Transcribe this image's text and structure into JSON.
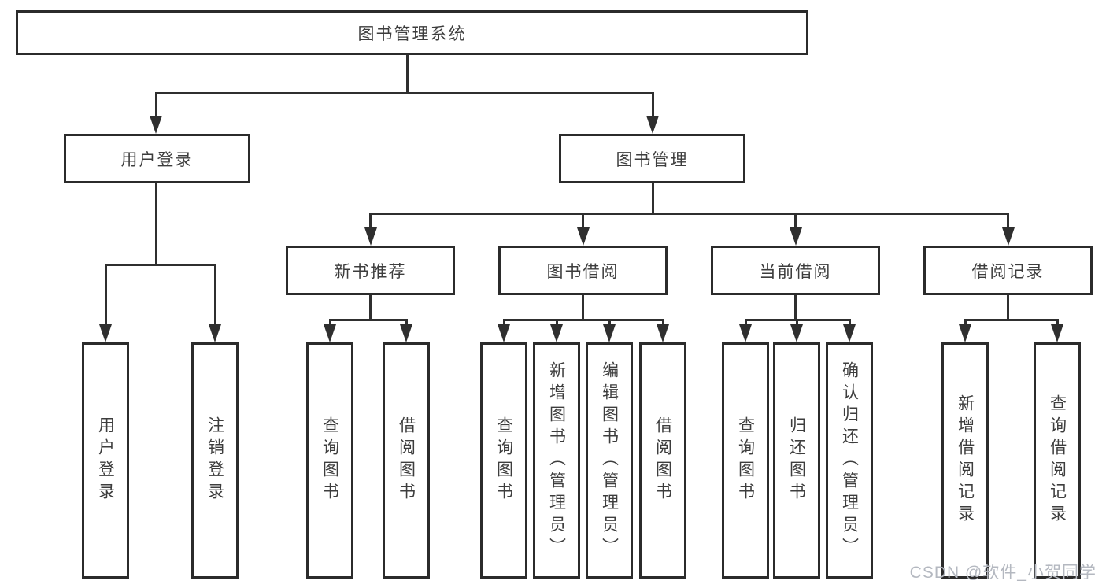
{
  "diagram": {
    "root": {
      "label": "图书管理系统"
    },
    "branches": [
      {
        "label": "用户登录",
        "children": [
          {
            "label": "用户登录"
          },
          {
            "label": "注销登录"
          }
        ]
      },
      {
        "label": "图书管理",
        "groups": [
          {
            "label": "新书推荐",
            "children": [
              {
                "label": "查询图书"
              },
              {
                "label": "借阅图书"
              }
            ]
          },
          {
            "label": "图书借阅",
            "children": [
              {
                "label": "查询图书"
              },
              {
                "label": "新增图书（管理员）"
              },
              {
                "label": "编辑图书（管理员）"
              },
              {
                "label": "借阅图书"
              }
            ]
          },
          {
            "label": "当前借阅",
            "children": [
              {
                "label": "查询图书"
              },
              {
                "label": "归还图书"
              },
              {
                "label": "确认归还（管理员）"
              }
            ]
          },
          {
            "label": "借阅记录",
            "children": [
              {
                "label": "新增借阅记录"
              },
              {
                "label": "查询借阅记录"
              }
            ]
          }
        ]
      }
    ]
  },
  "watermark": {
    "text": "CSDN @软件_小贺同学"
  },
  "colors": {
    "line": "#2f2f2f",
    "box_border": "#2b2b2b",
    "text": "#3d3d3d",
    "watermark": "#b4b8c0",
    "background": "#ffffff"
  }
}
